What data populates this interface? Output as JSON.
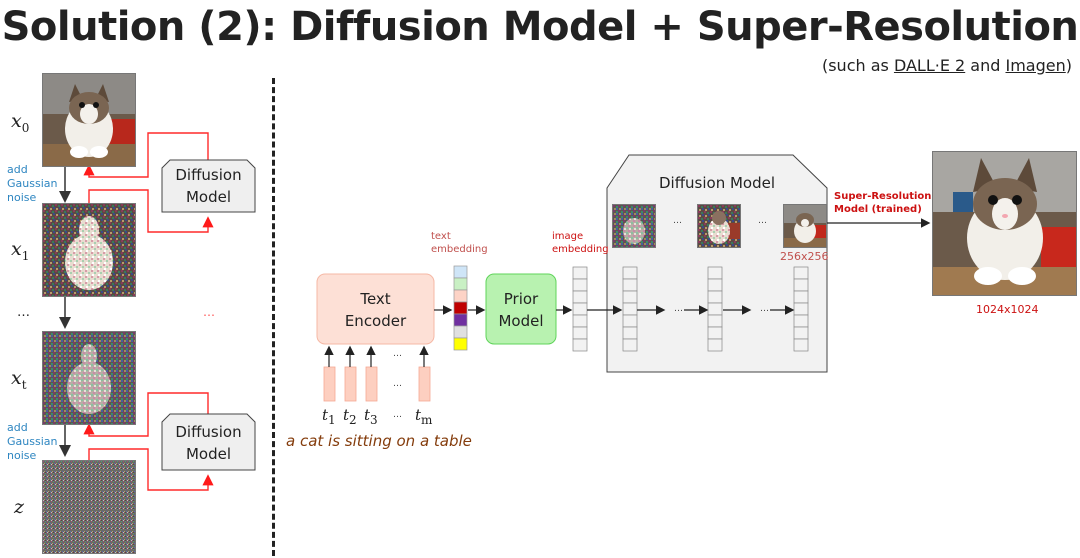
{
  "title": "Solution (2): Diffusion Model + Super-Resolution",
  "subtitle": {
    "prefix": "(such as ",
    "link1": "DALL·E 2",
    "middle": " and ",
    "link2": "Imagen",
    "suffix": ")"
  },
  "left_panel": {
    "labels": {
      "x0": "x",
      "x0_sub": "0",
      "x1": "x",
      "x1_sub": "1",
      "xt": "x",
      "xt_sub": "t",
      "z": "z",
      "ellipsis": "…"
    },
    "noise_note": [
      "add",
      "Gaussian",
      "noise"
    ],
    "diffusion_model_label": [
      "Diffusion",
      "Model"
    ],
    "red_ellipsis": "…"
  },
  "right_panel": {
    "text_encoder_label": [
      "Text",
      "Encoder"
    ],
    "prior_model_label": [
      "Prior",
      "Model"
    ],
    "text_embedding_label": [
      "text",
      "embedding"
    ],
    "image_embedding_label": [
      "image",
      "embedding"
    ],
    "tokens": [
      "t",
      "t",
      "t",
      "…",
      "t"
    ],
    "token_subs": [
      "1",
      "2",
      "3",
      "",
      "m"
    ],
    "token_ellipsis": "…",
    "prompt": "a cat is sitting on a table",
    "text_embedding_colors": [
      "#cfe5f7",
      "#c9f0c4",
      "#fdd3c6",
      "#c00000",
      "#7030a0",
      "#e0e0e0",
      "#ffff00"
    ],
    "diffusion_model_title": "Diffusion Model",
    "diffusion_ellipsis": "…",
    "output_size_label": "256x256",
    "super_resolution_label": [
      "Super-Resolution",
      "Model (trained)"
    ],
    "final_size_label": "1024x1024"
  },
  "colors": {
    "red_accent": "#ff2222",
    "dark_red_text": "#c00000",
    "blue_note": "#2e86c1",
    "encoder_fill": "#fde0d6",
    "encoder_border": "#f5b8a5",
    "prior_fill": "#b8f2b0",
    "prior_border": "#5fd45a",
    "gray_box": "#f2f2f2",
    "size_label": "#c0504d"
  }
}
